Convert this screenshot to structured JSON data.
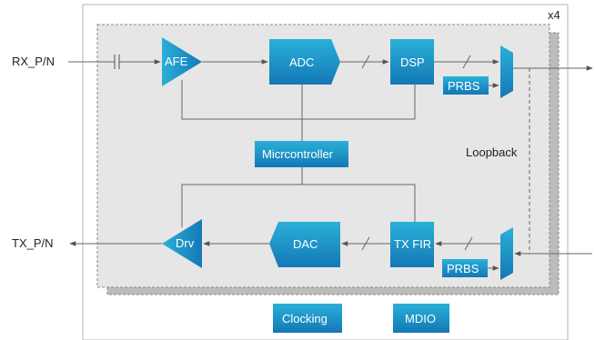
{
  "ports": {
    "rx": "RX_P/N",
    "tx": "TX_P/N"
  },
  "lanes": {
    "count_label": "x4"
  },
  "blocks": {
    "afe": "AFE",
    "adc": "ADC",
    "dsp": "DSP",
    "prbs_rx": "PRBS",
    "microcontroller": "Micrcontroller",
    "loopback": "Loopback",
    "drv": "Drv",
    "dac": "DAC",
    "tx_fir": "TX FIR",
    "prbs_tx": "PRBS",
    "clocking": "Clocking",
    "mdio": "MDIO"
  },
  "colors": {
    "block_top": "#2ab0d8",
    "block_bottom": "#1478b6",
    "line": "#666666",
    "lane_fill": "#e6e6e6",
    "lane_shadow": "#bcbcbc",
    "dash": "#8a8a8a"
  }
}
